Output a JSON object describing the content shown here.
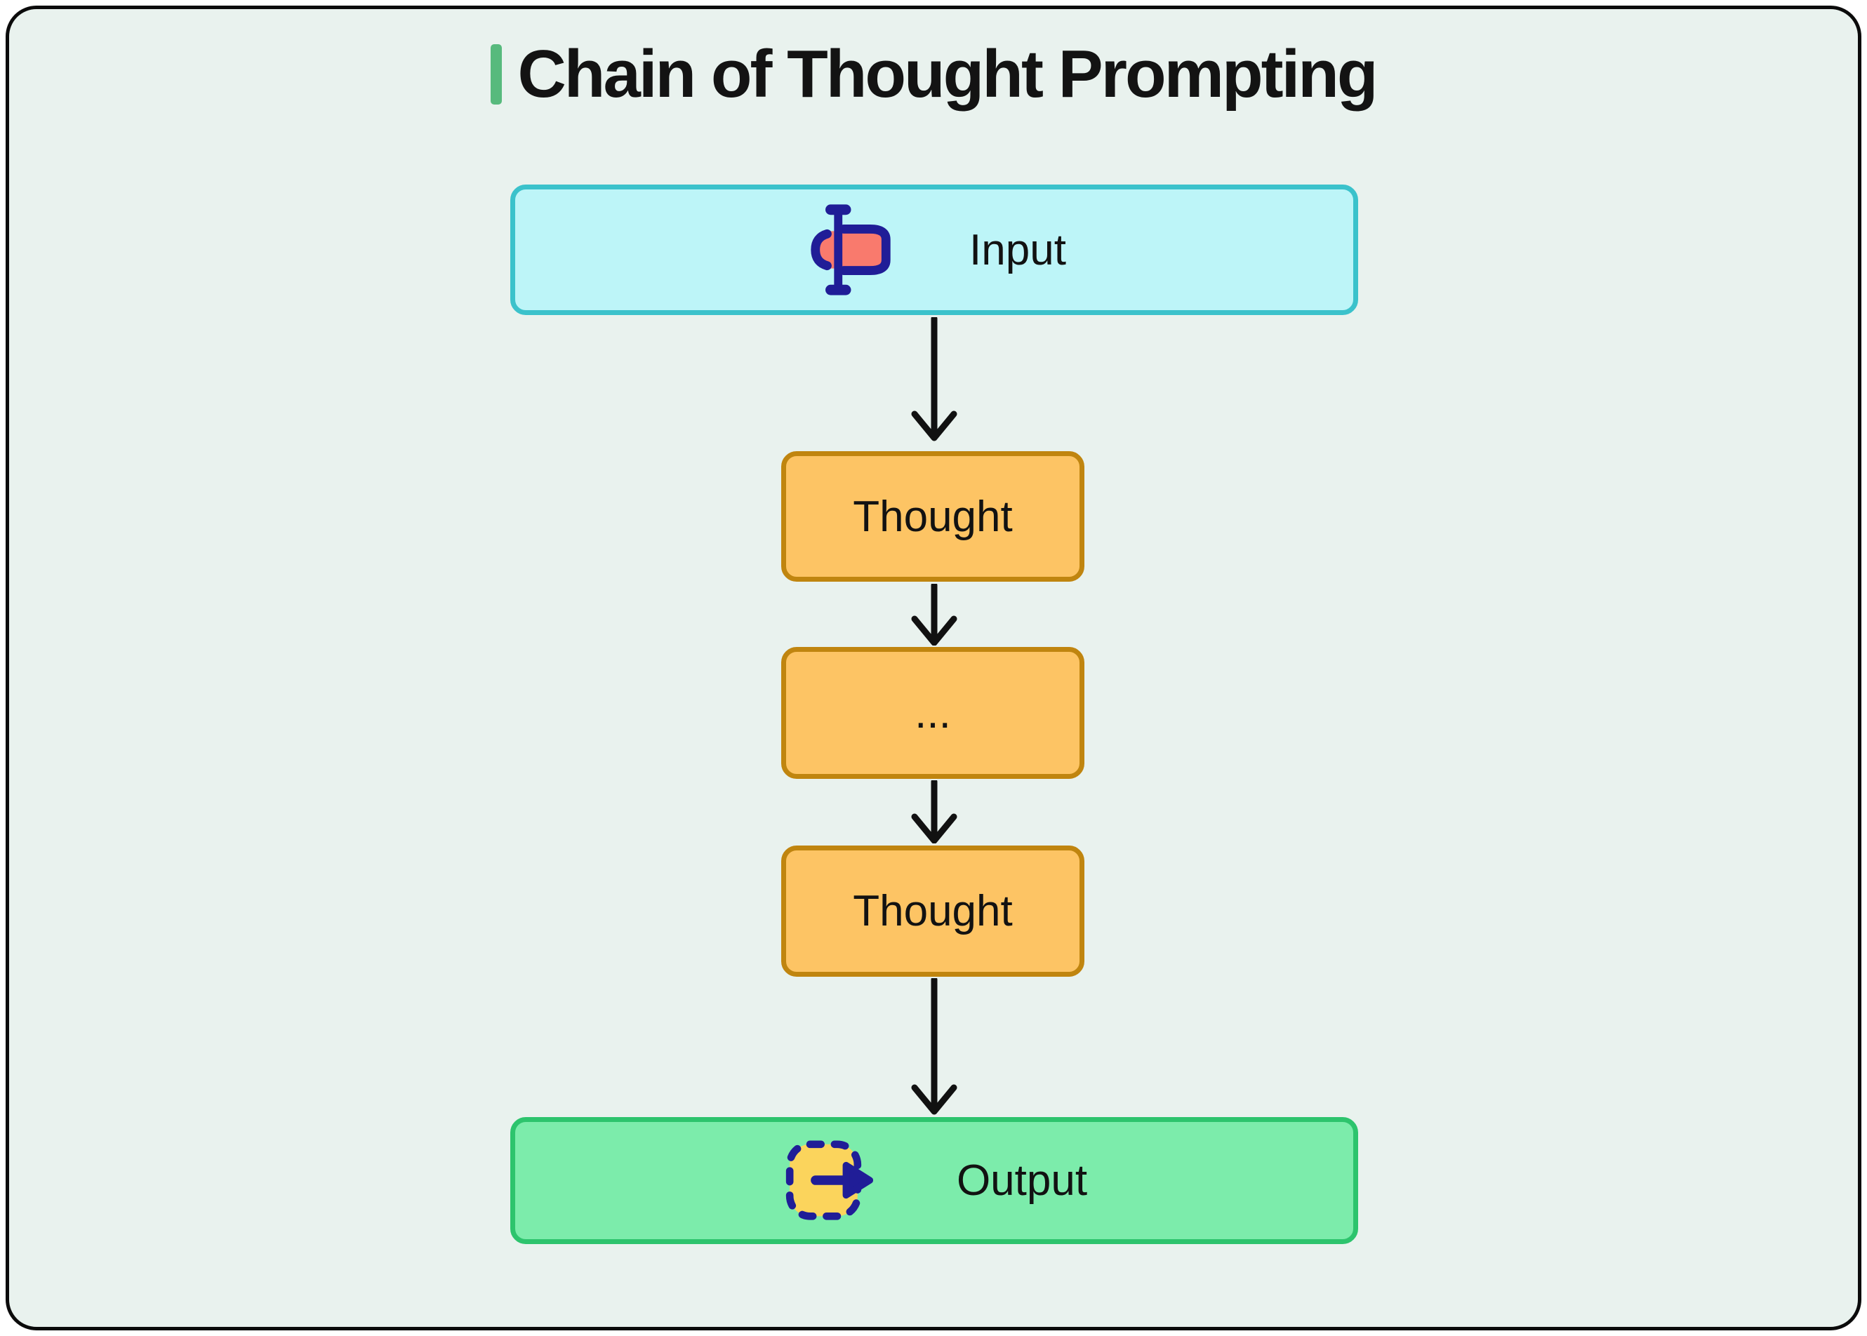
{
  "diagram": {
    "title": "Chain of Thought Prompting",
    "nodes": [
      {
        "id": "input",
        "label": "Input",
        "type": "input"
      },
      {
        "id": "thought-1",
        "label": "Thought",
        "type": "thought"
      },
      {
        "id": "ellipsis",
        "label": "...",
        "type": "thought"
      },
      {
        "id": "thought-2",
        "label": "Thought",
        "type": "thought"
      },
      {
        "id": "output",
        "label": "Output",
        "type": "output"
      }
    ],
    "connections": [
      {
        "from": "input",
        "to": "thought-1"
      },
      {
        "from": "thought-1",
        "to": "ellipsis"
      },
      {
        "from": "ellipsis",
        "to": "thought-2"
      },
      {
        "from": "thought-2",
        "to": "output"
      }
    ]
  },
  "icons": {
    "input": "text-input-cursor-icon",
    "output": "export-arrow-icon"
  },
  "colors": {
    "canvas_background": "#ffffff",
    "frame_background": "#e9f2ee",
    "frame_border": "#0b0b0b",
    "title_text": "#131313",
    "title_accent": "#57ba7d",
    "arrow": "#111111",
    "input_fill": "#bdf5f8",
    "input_border": "#3bc2cb",
    "thought_fill": "#fdc464",
    "thought_border": "#c0850f",
    "output_fill": "#7cecab",
    "output_border": "#2dc46d",
    "icon_navy": "#201d97",
    "icon_coral": "#f97a6d",
    "icon_yellow": "#fbd45c"
  }
}
